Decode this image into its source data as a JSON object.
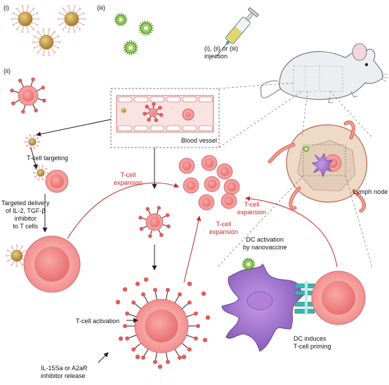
{
  "panels": {
    "i": "(i)",
    "ii": "(ii)",
    "iii": "(iii)"
  },
  "injection": {
    "line1": "(i), (ii) or (iii)",
    "line2": "injection"
  },
  "blood_vessel": "Blood vessel",
  "lymph_node": "Lymph node",
  "t_cell_targeting": "T-cell targeting",
  "targeted_delivery": [
    "Targeted delivery",
    "of IL-2, TGF-β",
    "inhibitor",
    "to T cells"
  ],
  "expansion": {
    "line1": "T-cell",
    "line2": "expansion"
  },
  "dc_activation": [
    "DC activation",
    "by nanovaccine"
  ],
  "dc_priming": [
    "DC induces",
    "T-cell priming"
  ],
  "t_cell_activation": "T-cell activation",
  "il15": [
    "IL-15Sa or A2aR",
    "inhibitor release"
  ],
  "colors": {
    "gold": "#c8a24a",
    "pink": "#f7b9b3",
    "tcell_core": "#ee7c7e",
    "red_arrow": "#c62828",
    "dc_purple": "#9a6cc8",
    "nanovaccine": "#7cc242"
  }
}
